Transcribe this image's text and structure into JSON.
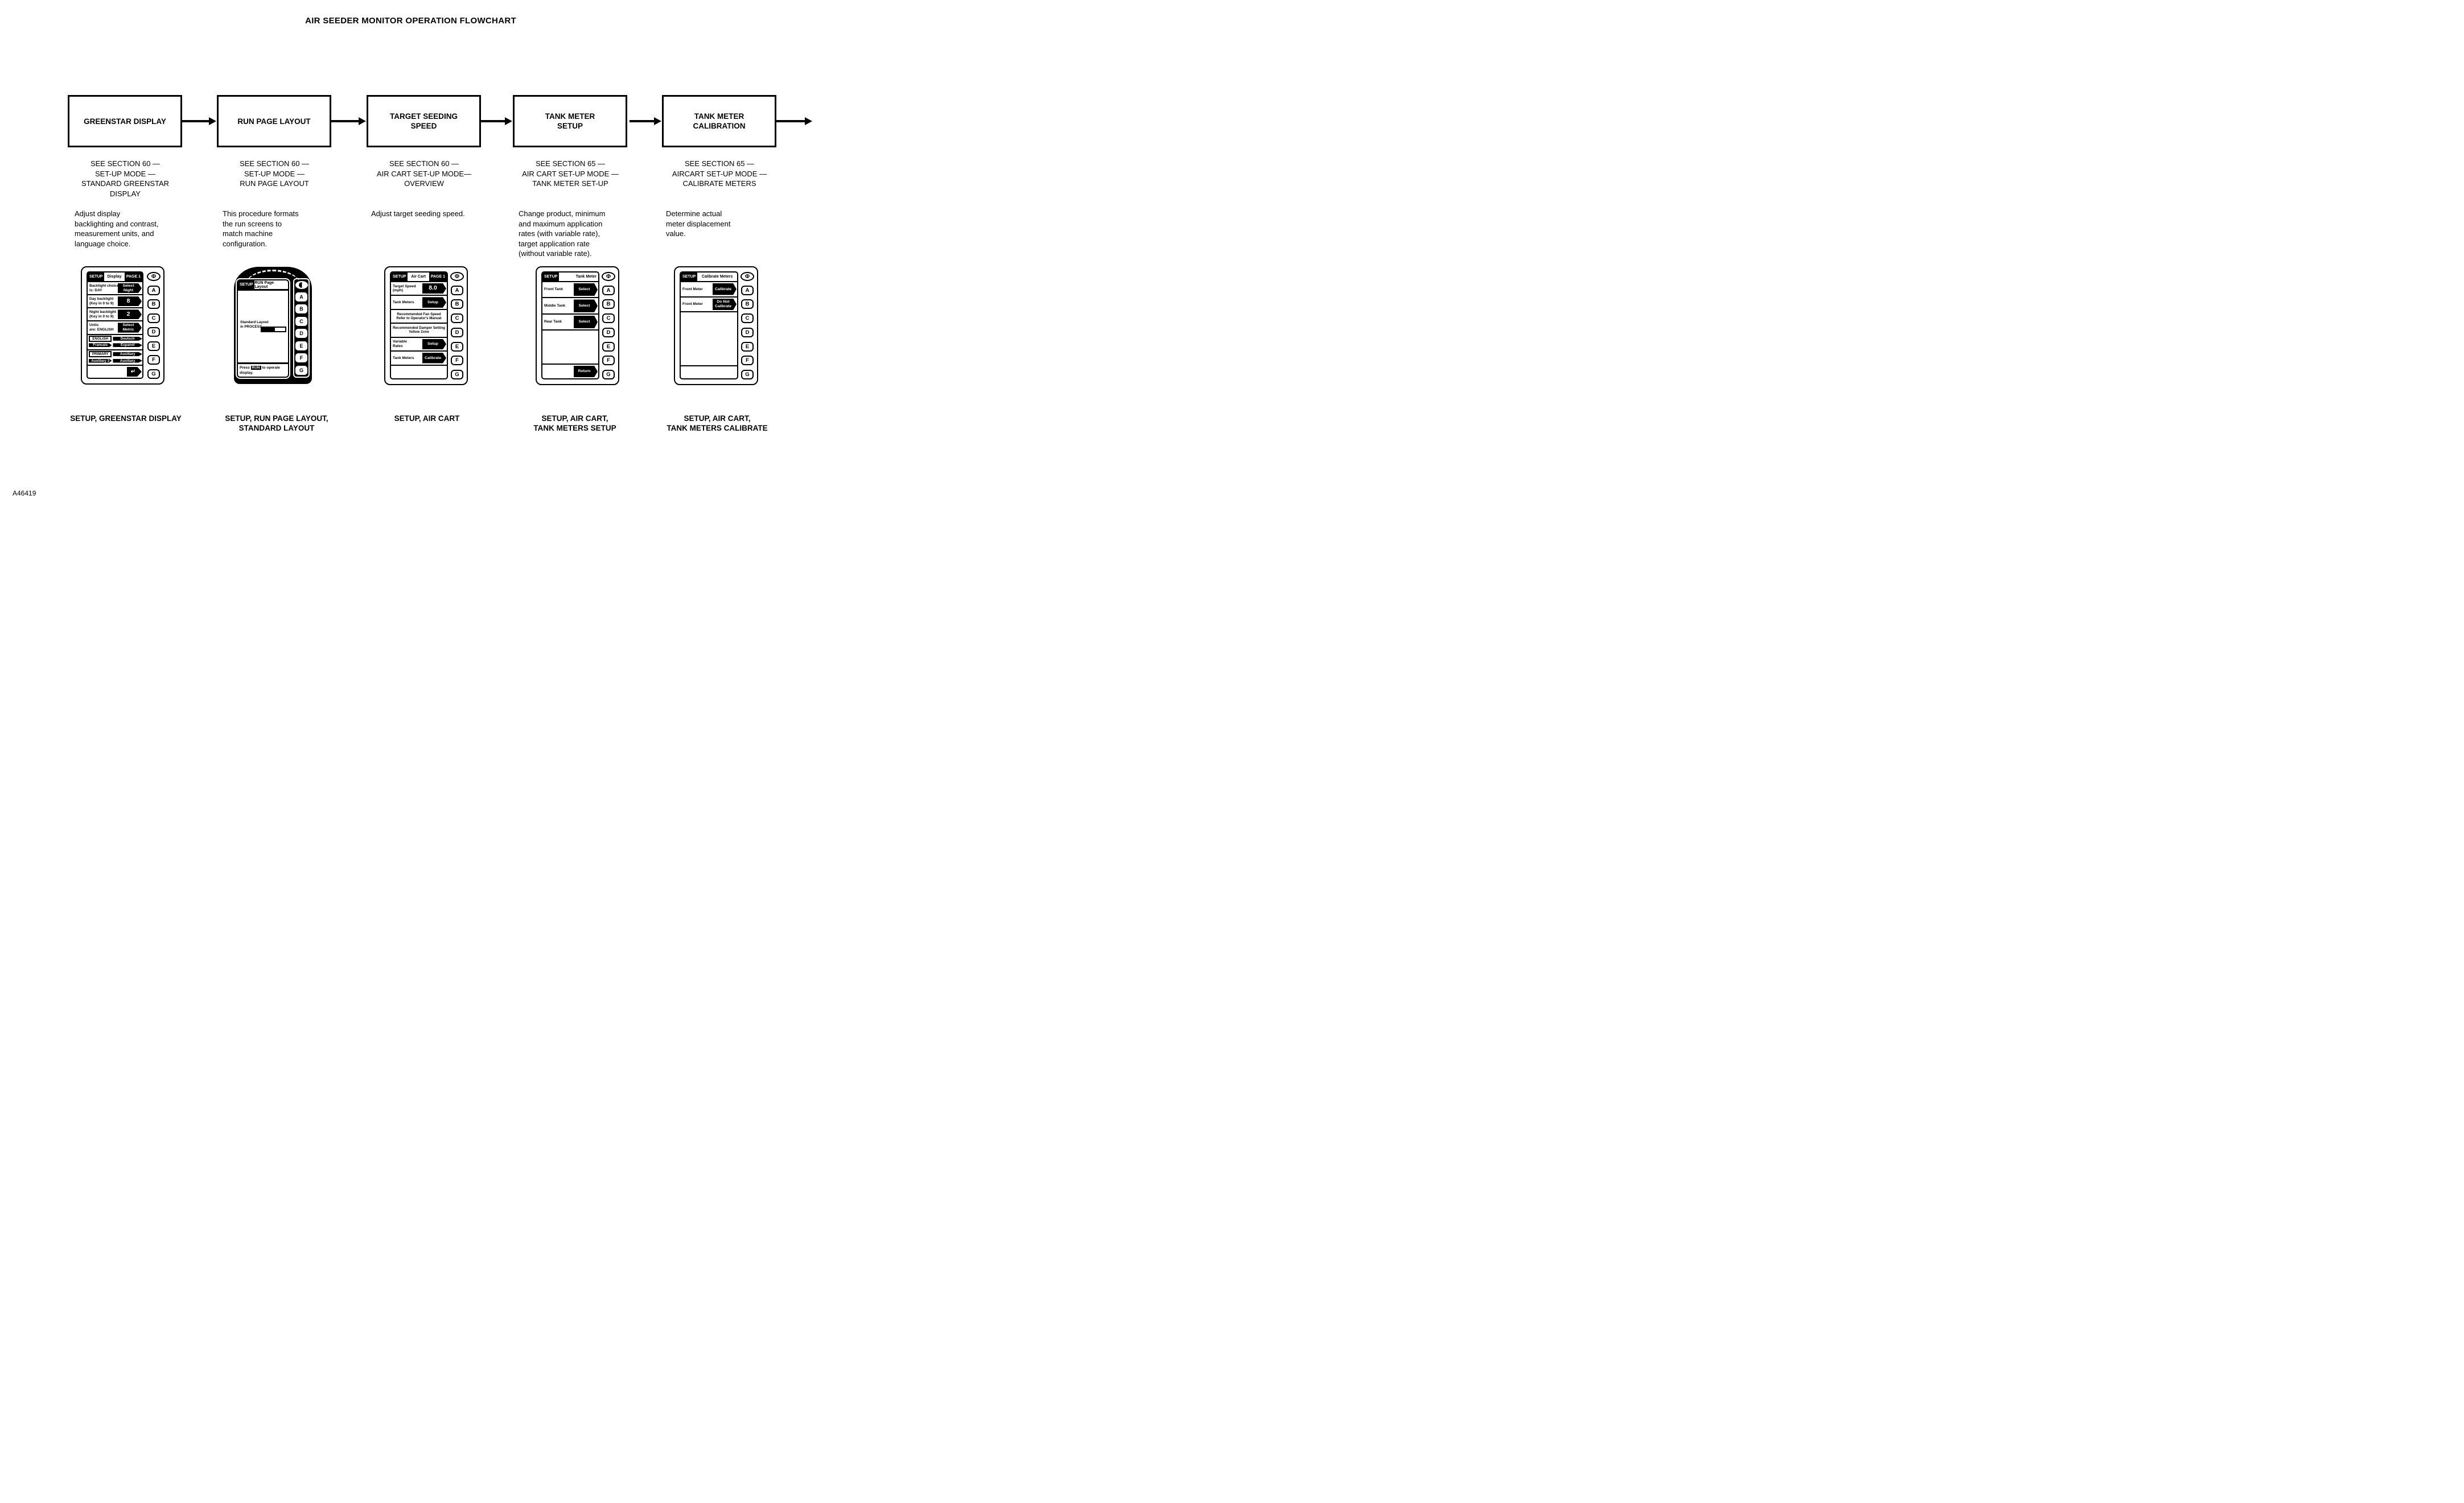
{
  "title": "AIR SEEDER MONITOR OPERATION FLOWCHART",
  "figure_code": "A46419",
  "keys": [
    "A",
    "B",
    "C",
    "D",
    "E",
    "F",
    "G"
  ],
  "icons": {
    "power": "Φ",
    "return_arrow": "↵"
  },
  "columns": [
    {
      "box": "GREENSTAR DISPLAY",
      "see_section": "SEE SECTION 60 —\nSET-UP MODE —\nSTANDARD GREENSTAR\nDISPLAY",
      "description": "Adjust display\nbacklighting and contrast,\nmeasurement units, and\nlanguage choice.",
      "caption": "SETUP, GREENSTAR DISPLAY",
      "device": {
        "header": {
          "setup": "SETUP",
          "title": "Display",
          "page": "PAGE 1"
        },
        "rows": {
          "a": {
            "label": "Backlight choice\nis: DAY",
            "chip": "Select\nNight"
          },
          "b": {
            "label": "Day backlight\n(Key in 0 to 9)",
            "chip": "8"
          },
          "c": {
            "label": "Night backlight\n(Key in 0 to 9)",
            "chip": "2"
          },
          "d": {
            "label": "Units\nare: ENGLISH",
            "chip": "Select\nMetric"
          },
          "e": {
            "sel": "ENGLISH",
            "opt1": "Deutsch",
            "opt2": "Francais",
            "opt3": "Espanol"
          },
          "f": {
            "sel": "PRIMARY",
            "opt1": "Auxiliary",
            "opt2": "Auxiliary 3",
            "opt3": "Auxiliary"
          }
        }
      }
    },
    {
      "box": "RUN PAGE LAYOUT",
      "see_section": "SEE SECTION 60 —\nSET-UP MODE —\nRUN PAGE LAYOUT",
      "description": "This procedure formats\nthe run screens to\nmatch machine\nconfiguration.",
      "caption": "SETUP, RUN PAGE LAYOUT,\nSTANDARD LAYOUT",
      "device": {
        "header": {
          "setup": "SETUP",
          "title": "RUN Page Layout"
        },
        "status_text": "Standard Layout\nin PROCESS",
        "progress_percent": 57,
        "footer_pre": "Press",
        "footer_key": "RUN",
        "footer_post": "to operate",
        "footer_line2": "display."
      }
    },
    {
      "box": "TARGET SEEDING\nSPEED",
      "see_section": "SEE SECTION 60 —\nAIR CART SET-UP MODE—\nOVERVIEW",
      "description": "Adjust target seeding speed.",
      "caption": "SETUP, AIR CART",
      "device": {
        "header": {
          "setup": "SETUP",
          "title": "Air Cart",
          "page": "PAGE 1"
        },
        "rows": {
          "a": {
            "label": "Target Speed\n(mph)",
            "chip": "8.0"
          },
          "b": {
            "label": "Tank Meters",
            "chip": "Setup"
          },
          "c": {
            "center": "Recommended Fan Speed\nRefer to Operator's Manual"
          },
          "d": {
            "center": "Recommended Damper Setting\nYellow Zone"
          },
          "e": {
            "label": "Variable\nRates",
            "chip": "Setup"
          },
          "f": {
            "label": "Tank Meters",
            "chip": "Calibrate"
          }
        }
      }
    },
    {
      "box": "TANK METER\nSETUP",
      "see_section": "SEE SECTION 65 —\nAIR CART SET-UP MODE —\nTANK METER SET-UP",
      "description": "Change product, minimum\nand maximum application\nrates (with variable rate),\ntarget application rate\n(without variable rate).",
      "caption": "SETUP, AIR CART,\nTANK METERS SETUP",
      "device": {
        "header": {
          "setup": "SETUP",
          "title": "Tank Meter"
        },
        "rows": {
          "a": {
            "label": "Front Tank",
            "chip": "Select"
          },
          "b": {
            "label": "Middle Tank",
            "chip": "Select"
          },
          "c": {
            "label": "Rear Tank",
            "chip": "Select"
          }
        },
        "footer_chip": "Return"
      }
    },
    {
      "box": "TANK METER\nCALIBRATION",
      "see_section": "SEE SECTION 65 —\nAIRCART SET-UP MODE —\nCALIBRATE METERS",
      "description": "Determine actual\nmeter displacement\nvalue.",
      "caption": "SETUP, AIR CART,\nTANK METERS CALIBRATE",
      "device": {
        "header": {
          "setup": "SETUP",
          "title": "Calibrate Meters"
        },
        "rows": {
          "a": {
            "label": "Front Meter",
            "chip": "Calibrate"
          },
          "b": {
            "label": "Front Meter",
            "chip": "Do Not\nCalibrate"
          }
        }
      }
    }
  ]
}
